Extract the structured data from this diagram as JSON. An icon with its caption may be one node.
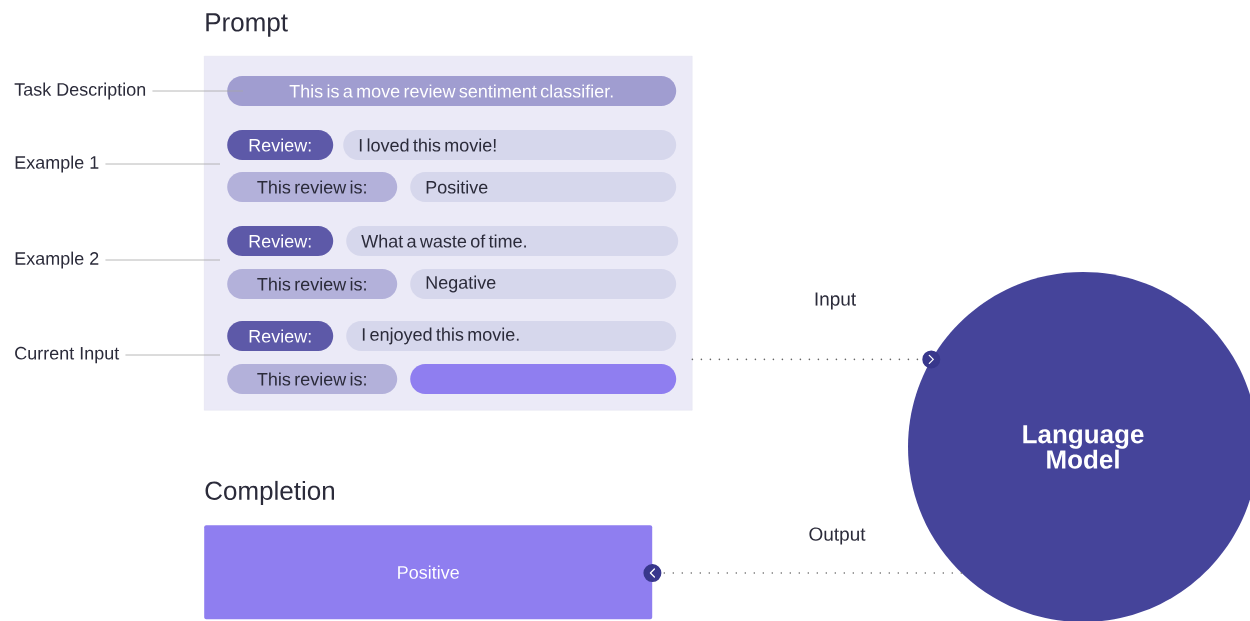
{
  "diagram": {
    "nodes": [
      {
        "text": [
          "Prompt"
        ]
      },
      {
        "text": [
          "This is a move review sentiment classifier."
        ],
        "in": 0
      },
      {
        "text": [
          "Review:"
        ],
        "in": 0
      },
      {
        "text": [
          "I loved this movie!"
        ],
        "in": 0
      },
      {
        "text": [
          "This review is:"
        ],
        "in": 0
      },
      {
        "text": [
          "Positive"
        ],
        "in": 0
      },
      {
        "text": [
          "Review:"
        ],
        "in": 0
      },
      {
        "text": [
          "What a waste of time."
        ],
        "in": 0
      },
      {
        "text": [
          "This review is:"
        ],
        "in": 0
      },
      {
        "text": [
          "Negative"
        ],
        "in": 0
      },
      {
        "text": [
          "Review:"
        ],
        "in": 0
      },
      {
        "text": [
          "I enjoyed this movie."
        ],
        "in": 0
      },
      {
        "text": [
          "This review is:"
        ],
        "in": 0
      },
      {
        "text": [],
        "shape": "bar",
        "in": 0
      },
      {
        "text": [
          "Language Model"
        ]
      },
      {
        "text": [
          "Completion",
          "Positive"
        ]
      },
      {
        "text": [
          "Task Description"
        ]
      },
      {
        "text": [
          "Example 1"
        ]
      },
      {
        "text": [
          "Example 2"
        ]
      },
      {
        "text": [
          "Current Input"
        ]
      }
    ],
    "edges": [
      {
        "from": 0,
        "to": 14,
        "label": "Input",
        "arrow": "to",
        "style": "dashed"
      },
      {
        "from": 14,
        "to": 15,
        "label": "Output",
        "arrow": "to",
        "style": "dashed"
      },
      {
        "from": 16,
        "to": 1,
        "arrow": "none"
      },
      {
        "from": 17,
        "to": 0,
        "arrow": "none"
      },
      {
        "from": 18,
        "to": 0,
        "arrow": "none"
      },
      {
        "from": 19,
        "to": 0,
        "arrow": "none"
      }
    ]
  }
}
